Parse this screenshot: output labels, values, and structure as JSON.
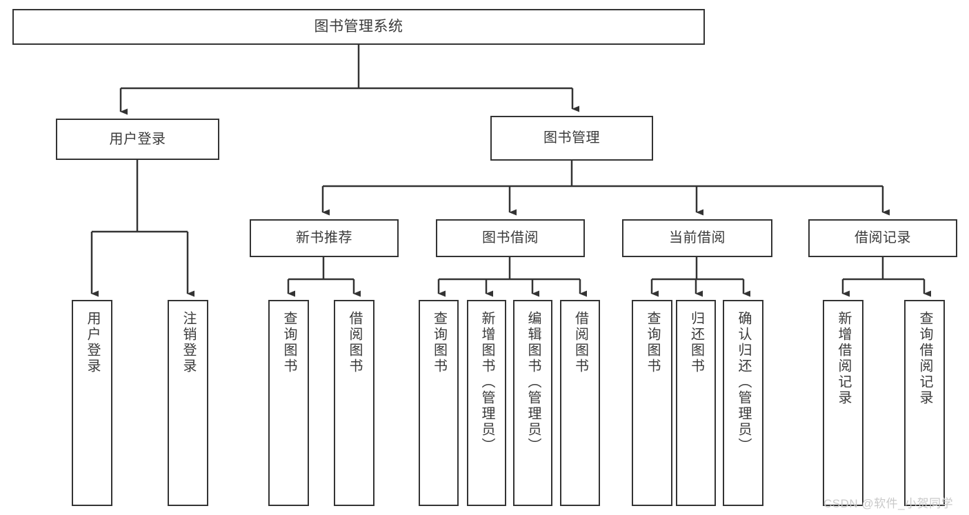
{
  "diagram": {
    "title": "图书管理系统",
    "type": "tree-hierarchy-diagram",
    "root": {
      "label": "图书管理系统"
    },
    "level2": [
      {
        "label": "用户登录"
      },
      {
        "label": "图书管理"
      }
    ],
    "level3": [
      {
        "label": "新书推荐"
      },
      {
        "label": "图书借阅"
      },
      {
        "label": "当前借阅"
      },
      {
        "label": "借阅记录"
      }
    ],
    "leaves": {
      "user_login": [
        {
          "label": "用户登录"
        },
        {
          "label": "注销登录"
        }
      ],
      "new_book_recommend": [
        {
          "label": "查询图书"
        },
        {
          "label": "借阅图书"
        }
      ],
      "book_borrow": [
        {
          "label": "查询图书"
        },
        {
          "label": "新增图书（管理员）"
        },
        {
          "label": "编辑图书（管理员）"
        },
        {
          "label": "借阅图书"
        }
      ],
      "current_borrow": [
        {
          "label": "查询图书"
        },
        {
          "label": "归还图书"
        },
        {
          "label": "确认归还（管理员）"
        }
      ],
      "borrow_record": [
        {
          "label": "新增借阅记录"
        },
        {
          "label": "查询借阅记录"
        }
      ]
    }
  },
  "watermark": {
    "text": "CSDN @软件_小贺同学"
  },
  "colors": {
    "stroke": "#333333",
    "text": "#3a3a3a",
    "background": "#ffffff",
    "watermark": "#c9c9c9"
  }
}
